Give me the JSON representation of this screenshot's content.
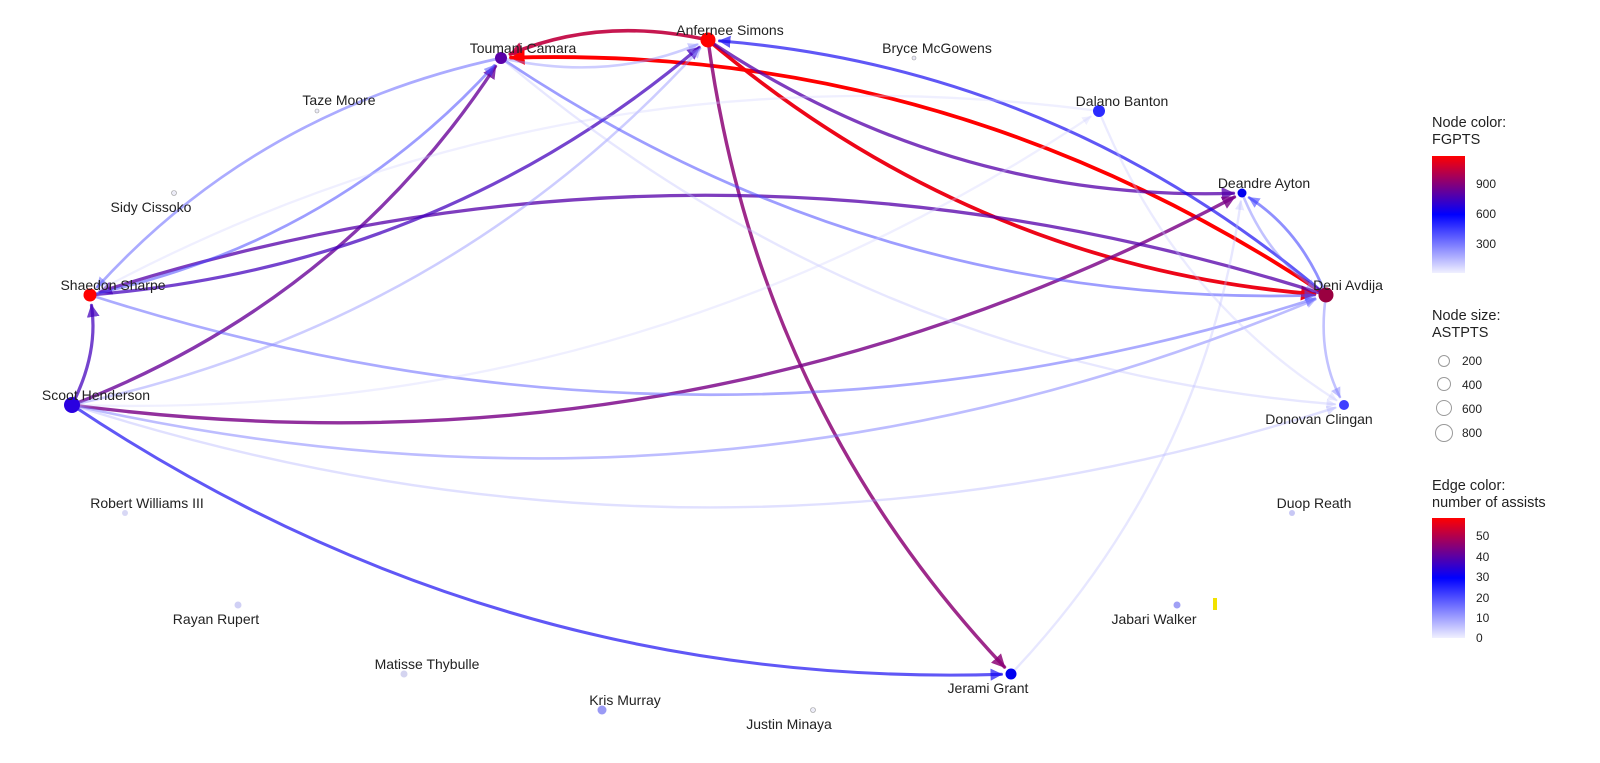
{
  "chart_data": {
    "type": "network",
    "node_color_legend": {
      "title_line1": "Node color:",
      "title_line2": "FGPTS",
      "ticks": [
        "900",
        "600",
        "300"
      ],
      "stops": [
        "#f0f0ff",
        "#0000ff",
        "#ff0000"
      ]
    },
    "node_size_legend": {
      "title_line1": "Node size:",
      "title_line2": "ASTPTS",
      "ticks": [
        "200",
        "400",
        "600",
        "800"
      ]
    },
    "edge_color_legend": {
      "title_line1": "Edge color:",
      "title_line2": "number of assists",
      "ticks": [
        "50",
        "40",
        "30",
        "20",
        "10",
        "0"
      ],
      "stops": [
        "#f0f0ff",
        "#0000ff",
        "#ff0000"
      ]
    },
    "nodes": [
      {
        "id": "simons",
        "label": "Anfernee Simons",
        "color": "#ff0000"
      },
      {
        "id": "camara",
        "label": "Toumani Camara",
        "color": "#5a00a8"
      },
      {
        "id": "mcgowens",
        "label": "Bryce McGowens",
        "color": "#e6e6f5"
      },
      {
        "id": "moore",
        "label": "Taze Moore",
        "color": "#ececf7"
      },
      {
        "id": "banton",
        "label": "Dalano Banton",
        "color": "#2b2bff"
      },
      {
        "id": "cissoko",
        "label": "Sidy Cissoko",
        "color": "#ececf7"
      },
      {
        "id": "ayton",
        "label": "Deandre Ayton",
        "color": "#0000ee"
      },
      {
        "id": "sharpe",
        "label": "Shaedon Sharpe",
        "color": "#ff0000"
      },
      {
        "id": "avdija",
        "label": "Deni Avdija",
        "color": "#9a0040"
      },
      {
        "id": "henderson",
        "label": "Scoot Henderson",
        "color": "#2a00e0"
      },
      {
        "id": "clingan",
        "label": "Donovan Clingan",
        "color": "#4040ff"
      },
      {
        "id": "williams",
        "label": "Robert Williams III",
        "color": "#d8d8f5"
      },
      {
        "id": "reath",
        "label": "Duop Reath",
        "color": "#c8c8f5"
      },
      {
        "id": "walker",
        "label": "Jabari Walker",
        "color": "#a0a0f5"
      },
      {
        "id": "rupert",
        "label": "Rayan Rupert",
        "color": "#d0d0f5"
      },
      {
        "id": "thybulle",
        "label": "Matisse Thybulle",
        "color": "#d4d4f0"
      },
      {
        "id": "grant",
        "label": "Jerami Grant",
        "color": "#0000f0"
      },
      {
        "id": "murray",
        "label": "Kris Murray",
        "color": "#9a9af5"
      },
      {
        "id": "minaya",
        "label": "Justin Minaya",
        "color": "#ececf7"
      }
    ],
    "edges": [
      {
        "from": "simons",
        "to": "camara",
        "assists": 50
      },
      {
        "from": "simons",
        "to": "avdija",
        "assists": 55
      },
      {
        "from": "avdija",
        "to": "camara",
        "assists": 57
      },
      {
        "from": "simons",
        "to": "grant",
        "assists": 44
      },
      {
        "from": "simons",
        "to": "ayton",
        "assists": 38
      },
      {
        "from": "henderson",
        "to": "ayton",
        "assists": 42
      },
      {
        "from": "henderson",
        "to": "camara",
        "assists": 40
      },
      {
        "from": "henderson",
        "to": "grant",
        "assists": 30
      },
      {
        "from": "henderson",
        "to": "sharpe",
        "assists": 36
      },
      {
        "from": "avdija",
        "to": "sharpe",
        "assists": 38
      },
      {
        "from": "sharpe",
        "to": "simons",
        "assists": 36
      },
      {
        "from": "sharpe",
        "to": "camara",
        "assists": 20
      },
      {
        "from": "camara",
        "to": "sharpe",
        "assists": 18
      },
      {
        "from": "sharpe",
        "to": "avdija",
        "assists": 18
      },
      {
        "from": "henderson",
        "to": "avdija",
        "assists": 15
      },
      {
        "from": "henderson",
        "to": "clingan",
        "assists": 8
      },
      {
        "from": "henderson",
        "to": "simons",
        "assists": 12
      },
      {
        "from": "camara",
        "to": "avdija",
        "assists": 20
      },
      {
        "from": "camara",
        "to": "simons",
        "assists": 12
      },
      {
        "from": "avdija",
        "to": "simons",
        "assists": 30
      },
      {
        "from": "avdija",
        "to": "ayton",
        "assists": 22
      },
      {
        "from": "ayton",
        "to": "avdija",
        "assists": 14
      },
      {
        "from": "banton",
        "to": "clingan",
        "assists": 5
      },
      {
        "from": "banton",
        "to": "sharpe",
        "assists": 4
      },
      {
        "from": "camara",
        "to": "clingan",
        "assists": 6
      },
      {
        "from": "grant",
        "to": "ayton",
        "assists": 6
      },
      {
        "from": "avdija",
        "to": "clingan",
        "assists": 14
      },
      {
        "from": "henderson",
        "to": "banton",
        "assists": 4
      }
    ]
  }
}
